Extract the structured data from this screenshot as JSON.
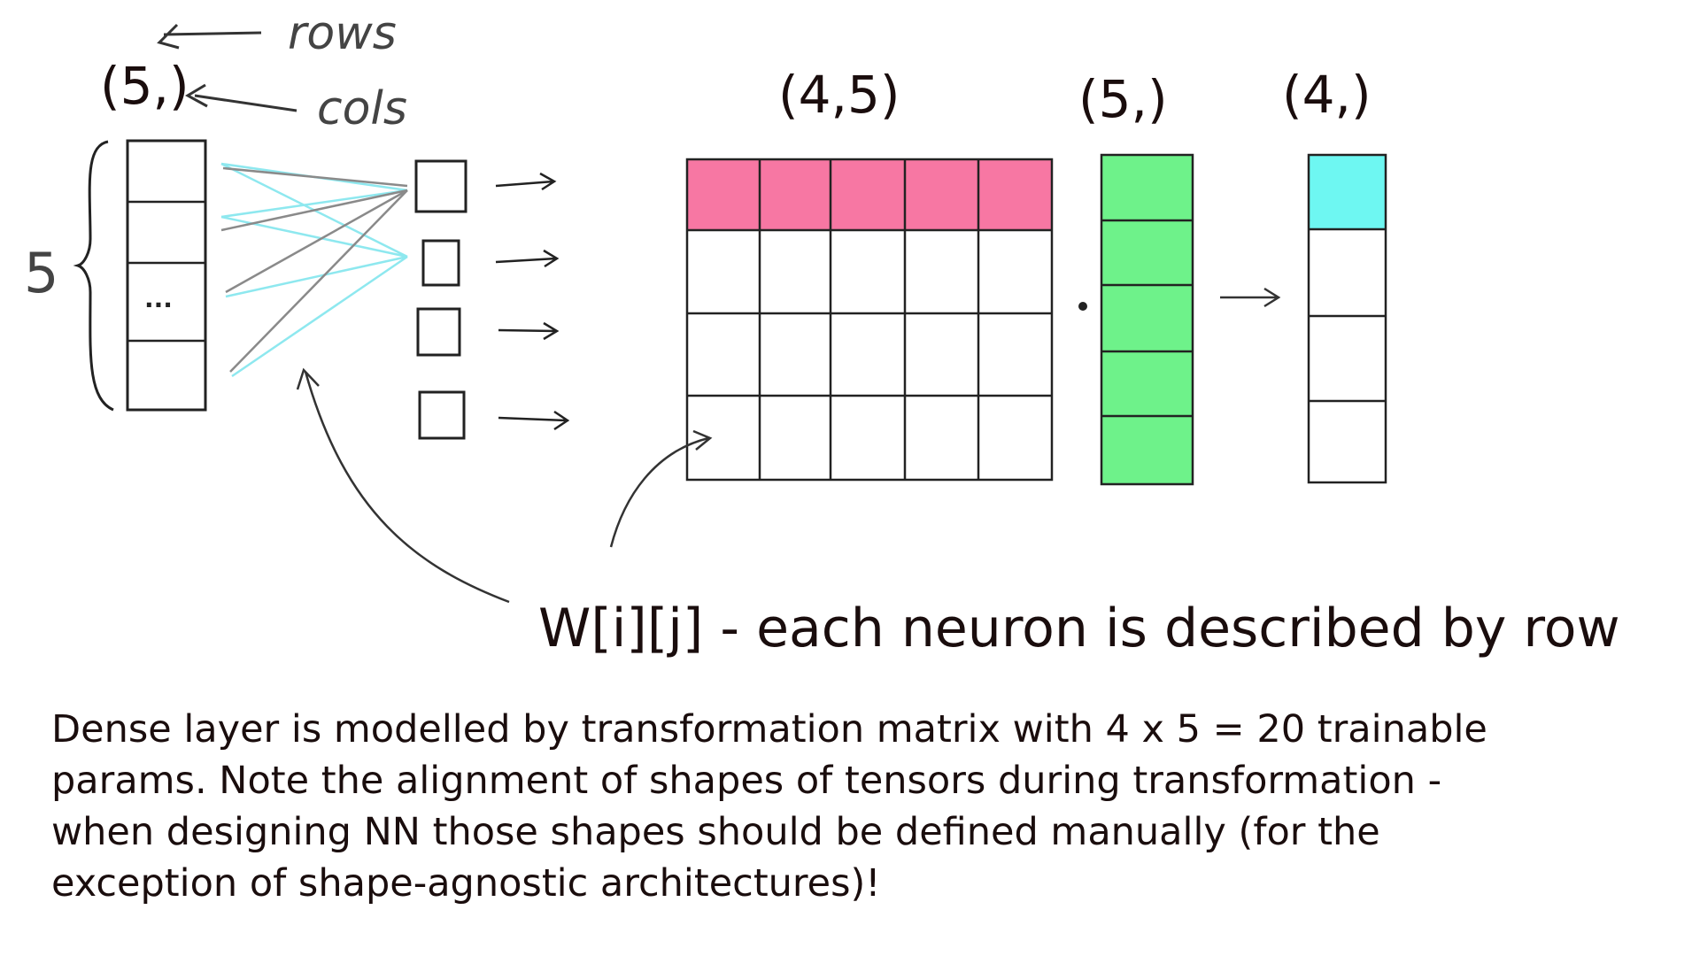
{
  "annotations": {
    "rows": "rows",
    "cols": "cols",
    "brace_count": "5"
  },
  "shapes": {
    "input": "(5,)",
    "weights": "(4,5)",
    "vector": "(5,)",
    "output": "(4,)"
  },
  "input_vector": {
    "ellipsis": "..."
  },
  "caption": "W[i][j] - each neuron is described by row",
  "description_lines": [
    "Dense layer is modelled by transformation matrix with 4 x 5 = 20 trainable",
    "params. Note the alignment of shapes of tensors during transformation -",
    "when designing NN those shapes should be defined manually (for the",
    "exception of shape-agnostic architectures)!"
  ],
  "colors": {
    "weight_row_highlight": "#f777a3",
    "vector_fill": "#6ef28a",
    "output_highlight": "#6ef7f2",
    "connection_gray": "#8a8a8a",
    "connection_cyan": "#8ee8ef"
  }
}
